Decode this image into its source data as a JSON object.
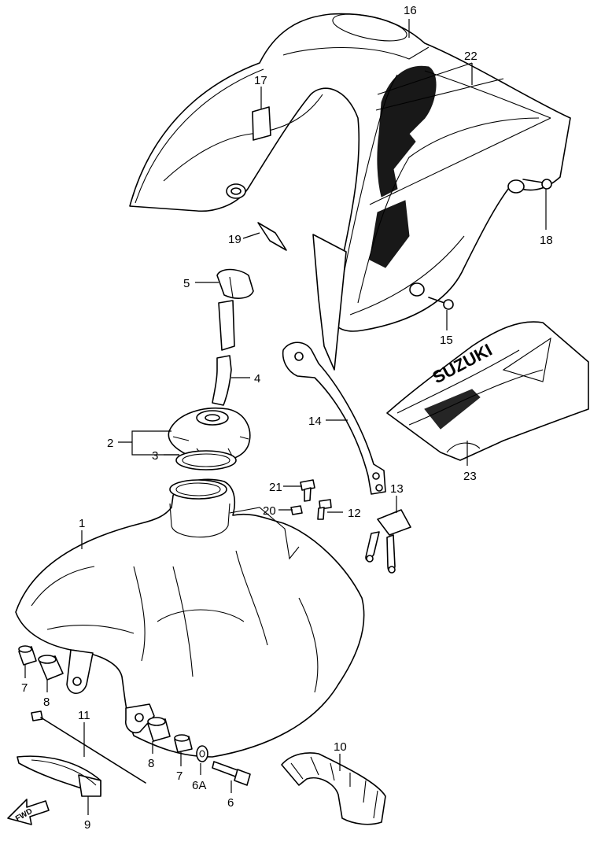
{
  "diagram": {
    "callouts": {
      "c1": "1",
      "c2": "2",
      "c3": "3",
      "c4": "4",
      "c5": "5",
      "c6": "6",
      "c6a": "6A",
      "c7a": "7",
      "c7b": "7",
      "c8a": "8",
      "c8b": "8",
      "c9": "9",
      "c10": "10",
      "c11": "11",
      "c12": "12",
      "c13": "13",
      "c14": "14",
      "c15": "15",
      "c16": "16",
      "c17": "17",
      "c18": "18",
      "c19": "19",
      "c20": "20",
      "c21": "21",
      "c22": "22",
      "c23": "23"
    },
    "cover_logo": "SUZUKI",
    "fwd_arrow": "FWD"
  }
}
